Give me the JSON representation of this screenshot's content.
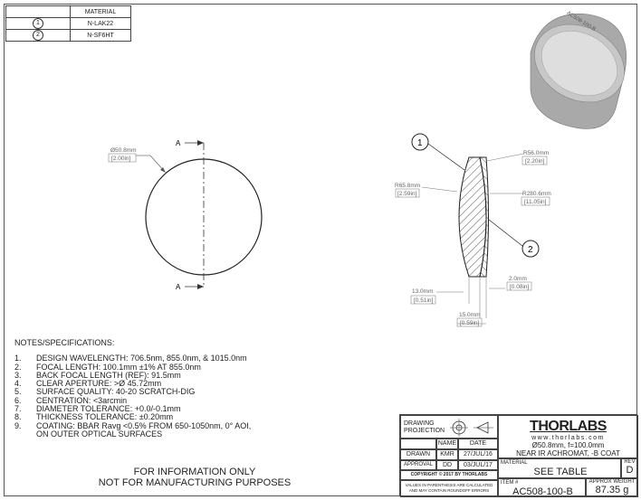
{
  "material_table": {
    "header": "MATERIAL",
    "rows": [
      {
        "num": "1",
        "material": "N-LAK22"
      },
      {
        "num": "2",
        "material": "N-SF6HT"
      }
    ]
  },
  "front_view": {
    "section_mark_top": "A",
    "section_mark_bottom": "A",
    "diameter_mm": "Ø50.8mm",
    "diameter_in": "[2.00in]"
  },
  "section_view": {
    "balloon_1": "1",
    "balloon_2": "2",
    "r1_mm": "R65.8mm",
    "r1_in": "[2.59in]",
    "r2_mm": "R56.0mm",
    "r2_in": "[2.20in]",
    "r3_mm": "R280.6mm",
    "r3_in": "[11.05in]",
    "t1_mm": "13.0mm",
    "t1_in": "[0.51in]",
    "t2_mm": "2.0mm",
    "t2_in": "[0.08in]",
    "total_mm": "15.0mm",
    "total_in": "[0.59in]"
  },
  "iso_label": "AC508-100-B",
  "notes": {
    "title": "NOTES/SPECIFICATIONS:",
    "items": [
      {
        "num": "1.",
        "text": "DESIGN WAVELENGTH: 706.5nm, 855.0nm, & 1015.0nm"
      },
      {
        "num": "2.",
        "text": "FOCAL LENGTH: 100.1mm ±1% AT 855.0nm"
      },
      {
        "num": "3.",
        "text": "BACK FOCAL LENGTH (REF): 91.5mm"
      },
      {
        "num": "4.",
        "text": "CLEAR APERTURE: >Ø 45.72mm"
      },
      {
        "num": "5.",
        "text": "SURFACE QUALITY: 40-20 SCRATCH-DIG"
      },
      {
        "num": "6.",
        "text": "CENTRATION: <3arcmin"
      },
      {
        "num": "7.",
        "text": "DIAMETER TOLERANCE: +0.0/-0.1mm"
      },
      {
        "num": "8.",
        "text": "THICKNESS TOLERANCE: ±0.20mm"
      },
      {
        "num": "9.",
        "text": "COATING: BBAR Ravg <0.5% FROM 650-1050nm, 0° AOI,"
      },
      {
        "num": "",
        "text": "ON OUTER OPTICAL SURFACES"
      }
    ]
  },
  "info": {
    "line1": "FOR INFORMATION ONLY",
    "line2": "NOT FOR MANUFACTURING PURPOSES"
  },
  "title_block": {
    "drawing_projection_1": "DRAWING",
    "drawing_projection_2": "PROJECTION",
    "logo": "THORLABS",
    "website": "www.thorlabs.com",
    "desc1": "Ø50.8mm, f=100.0mm",
    "desc2": "NEAR IR ACHROMAT, -B COAT",
    "name_header": "NAME",
    "date_header": "DATE",
    "drawn_label": "DRAWN",
    "drawn_name": "KMR",
    "drawn_date": "27/JUL/16",
    "approval_label": "APPROVAL",
    "approval_name": "DD",
    "approval_date": "03/JUL/17",
    "copyright": "COPYRIGHT © 2017 BY THORLABS",
    "disclaimer1": "VALUES IN PARENTHESIS ARE CALCULATED",
    "disclaimer2": "AND MAY CONTAIN ROUNDOFF ERRORS",
    "material_label": "MATERIAL",
    "material_value": "SEE TABLE",
    "rev_label": "REV",
    "rev_value": "D",
    "item_label": "ITEM #",
    "item_value": "AC508-100-B",
    "weight_label": "APPROX WEIGHT",
    "weight_value": "87.35 g"
  }
}
